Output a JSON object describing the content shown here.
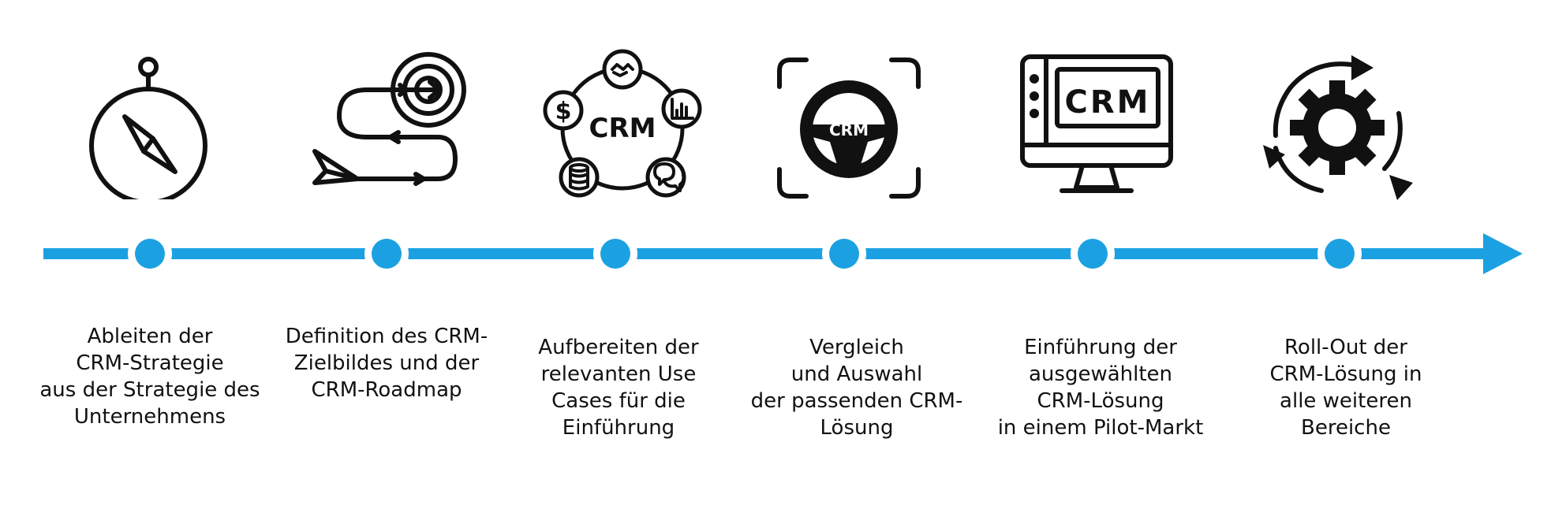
{
  "colors": {
    "timeline": "#1ba1e2",
    "icon": "#111111",
    "text": "#111111",
    "background": "#ffffff"
  },
  "icons": {
    "step1": "compass-icon",
    "step2": "target-roadmap-icon",
    "step3": "crm-use-cases-icon",
    "step4": "steering-wheel-icon",
    "step5": "crm-monitor-icon",
    "step6": "rollout-gear-icon"
  },
  "icon_text": {
    "use_cases_label": "CRM",
    "steering_label": "CRM",
    "monitor_label": "CRM"
  },
  "steps": [
    {
      "label": "Ableiten der\nCRM-Strategie\naus der Strategie des\nUnternehmens"
    },
    {
      "label": "Definition des CRM-\nZielbildes und der\nCRM-Roadmap"
    },
    {
      "label": "Aufbereiten der\nrelevanten Use\nCases für die\nEinführung"
    },
    {
      "label": "Vergleich\nund Auswahl\nder passenden CRM-\nLösung"
    },
    {
      "label": "Einführung der\nausgewählten\nCRM-Lösung\nin einem Pilot-Markt"
    },
    {
      "label": "Roll-Out der\nCRM-Lösung in\nalle weiteren\nBereiche"
    }
  ]
}
